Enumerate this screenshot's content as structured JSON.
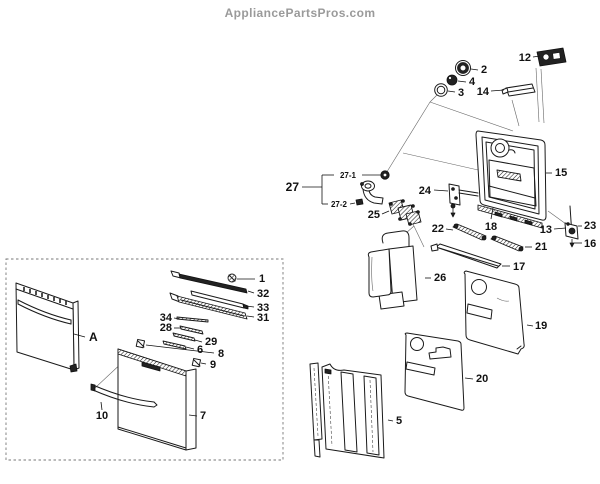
{
  "header": {
    "brand": "AppliancePartsPros.com"
  },
  "diagram_type": "exploded-parts-diagram",
  "colors": {
    "background": "#ffffff",
    "line": "#1a1a1a",
    "label": "#111111",
    "brand_text": "#9a9a9a"
  },
  "callouts": {
    "a": "A",
    "n1": "1",
    "n2": "2",
    "n3": "3",
    "n4": "4",
    "n5": "5",
    "n6": "6",
    "n7": "7",
    "n8": "8",
    "n9": "9",
    "n10": "10",
    "n12": "12",
    "n13": "13",
    "n14": "14",
    "n15": "15",
    "n16": "16",
    "n17": "17",
    "n18": "18",
    "n19": "19",
    "n20": "20",
    "n21": "21",
    "n22": "22",
    "n23": "23",
    "n24": "24",
    "n25": "25",
    "n26": "26",
    "n27": "27",
    "n27_1": "27-1",
    "n27_2": "27-2",
    "n28": "28",
    "n29": "29",
    "n31": "31",
    "n32": "32",
    "n33": "33",
    "n34": "34"
  }
}
